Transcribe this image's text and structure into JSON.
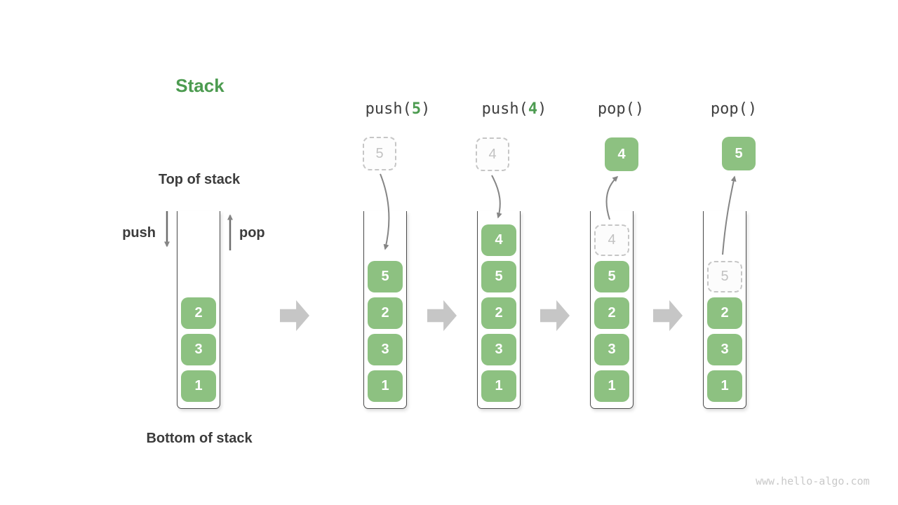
{
  "title": "Stack",
  "annotations": {
    "top_of_stack": "Top of stack",
    "bottom_of_stack": "Bottom of stack",
    "push_label": "push",
    "pop_label": "pop"
  },
  "operations": [
    {
      "text": "push(",
      "arg": "5",
      "close": ")"
    },
    {
      "text": "push(",
      "arg": "4",
      "close": ")"
    },
    {
      "text": "pop()",
      "arg": "",
      "close": ""
    },
    {
      "text": "pop()",
      "arg": "",
      "close": ""
    }
  ],
  "stacks": [
    {
      "id": "initial",
      "blocks": [
        "2",
        "3",
        "1"
      ]
    },
    {
      "id": "after-push-5",
      "floating": "5",
      "blocks": [
        "5",
        "2",
        "3",
        "1"
      ]
    },
    {
      "id": "after-push-4",
      "floating": "4",
      "blocks": [
        "4",
        "5",
        "2",
        "3",
        "1"
      ]
    },
    {
      "id": "after-pop-4",
      "floating": "4",
      "ghost": "4",
      "blocks": [
        "5",
        "2",
        "3",
        "1"
      ]
    },
    {
      "id": "after-pop-5",
      "floating": "5",
      "ghost": "5",
      "blocks": [
        "2",
        "3",
        "1"
      ]
    }
  ],
  "watermark": "www.hello-algo.com",
  "colors": {
    "green_block": "#8dc181",
    "green_accent": "#4c9b50",
    "text_dark": "#3c3c3c",
    "arrow_gray": "#858585",
    "block_arrow_gray": "#c6c6c6",
    "ghost_border": "#c6c6c6",
    "ghost_text": "#c2c2c2",
    "watermark_gray": "#c9c9c9"
  }
}
